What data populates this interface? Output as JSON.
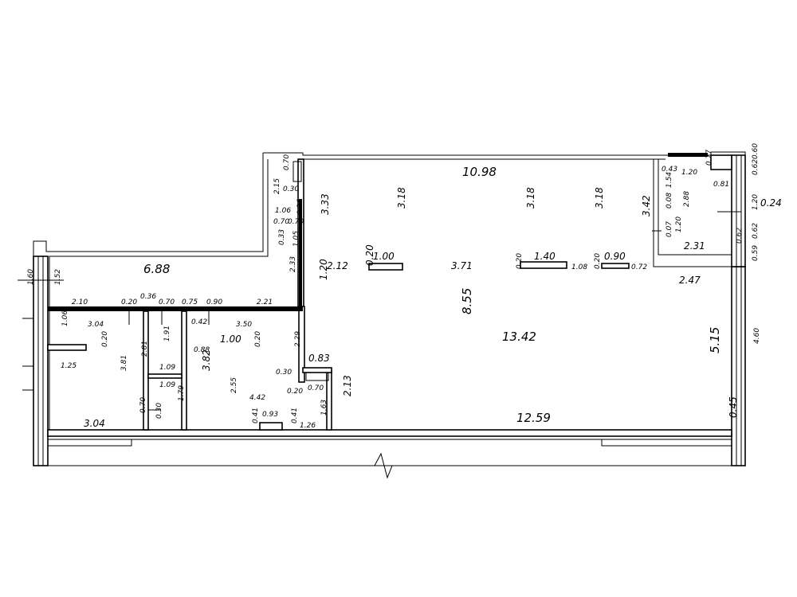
{
  "plan": {
    "labels": {
      "top_width": "10.98",
      "left_room_width": "6.88",
      "left_height": "1.60",
      "left_height2": "1.52",
      "main_area_height": "8.55",
      "main_area": "13.42",
      "bottom_width": "12.59",
      "right_height": "5.15",
      "right_sill": "4.60",
      "bottom_right": "0.45",
      "window_1": "1.00",
      "window_2": "1.40",
      "window_3": "0.90",
      "pillar_gap": "3.71",
      "col_1": "3.18",
      "col_2": "3.18",
      "col_3": "3.18",
      "right_room_h": "3.42",
      "right_room_w": "2.31",
      "right_ext_w": "2.47",
      "right_room_side": "0.24",
      "top_corridor": "3.33",
      "corr_w": "2.12",
      "corr_a": "0.20",
      "corr_b": "1.20",
      "room_a_w": "3.04",
      "room_a_h": "3.81",
      "room_a_bottom": "3.04",
      "room_a_sm1": "1.06",
      "room_a_sm2": "0.20",
      "room_a_sm3": "1.25",
      "room_a_sm4": "2.81",
      "strip_1": "2.10",
      "strip_2": "0.70",
      "strip_3": "0.75",
      "strip_4": "0.90",
      "strip_5": "2.21",
      "strip_6": "0.36",
      "strip_7": "0.20",
      "closet_1": "1.91",
      "closet_2": "1.09",
      "closet_3": "1.09",
      "closet_4": "1.79",
      "closet_5": "0.30",
      "closet_6": "0.70",
      "bath_w": "3.50",
      "bath_door": "1.00",
      "bath_h": "3.82",
      "bath_sm1": "0.42",
      "bath_sm2": "0.88",
      "bath_sm3": "0.20",
      "bath_sm4": "2.29",
      "bath_sm5": "2.55",
      "bath_sm6": "4.42",
      "bath_sm7": "0.93",
      "bath_sm8": "0.41",
      "bath_sm9": "0.41",
      "bath_sm10": "1.26",
      "bath_sm11": "1.63",
      "niche_w": "0.83",
      "niche_h": "2.13",
      "niche_sm1": "0.30",
      "niche_sm2": "0.20",
      "niche_sm3": "0.70",
      "shaft_1": "0.70",
      "shaft_2": "0.30",
      "shaft_3": "2.15",
      "shaft_4": "1.06",
      "shaft_5": "0.70",
      "shaft_6": "0.26",
      "shaft_7": "0.70",
      "shaft_8": "0.33",
      "shaft_9": "1.05",
      "shaft_10": "2.33",
      "col_sm_1": "0.20",
      "col_sm_2": "1.08",
      "col_sm_3": "0.20",
      "col_sm_4": "0.72",
      "rr_1": "0.43",
      "rr_2": "1.20",
      "rr_3": "0.77",
      "rr_4": "0.81",
      "rr_5": "1.54",
      "rr_6": "0.08",
      "rr_7": "2.88",
      "rr_8": "0.07",
      "rr_9": "1.20",
      "rr_10": "0.62",
      "rr_11": "0.60",
      "rr_12": "1.20",
      "rr_13": "0.62",
      "rr_14": "0.59",
      "rr_15": "0.62"
    }
  }
}
